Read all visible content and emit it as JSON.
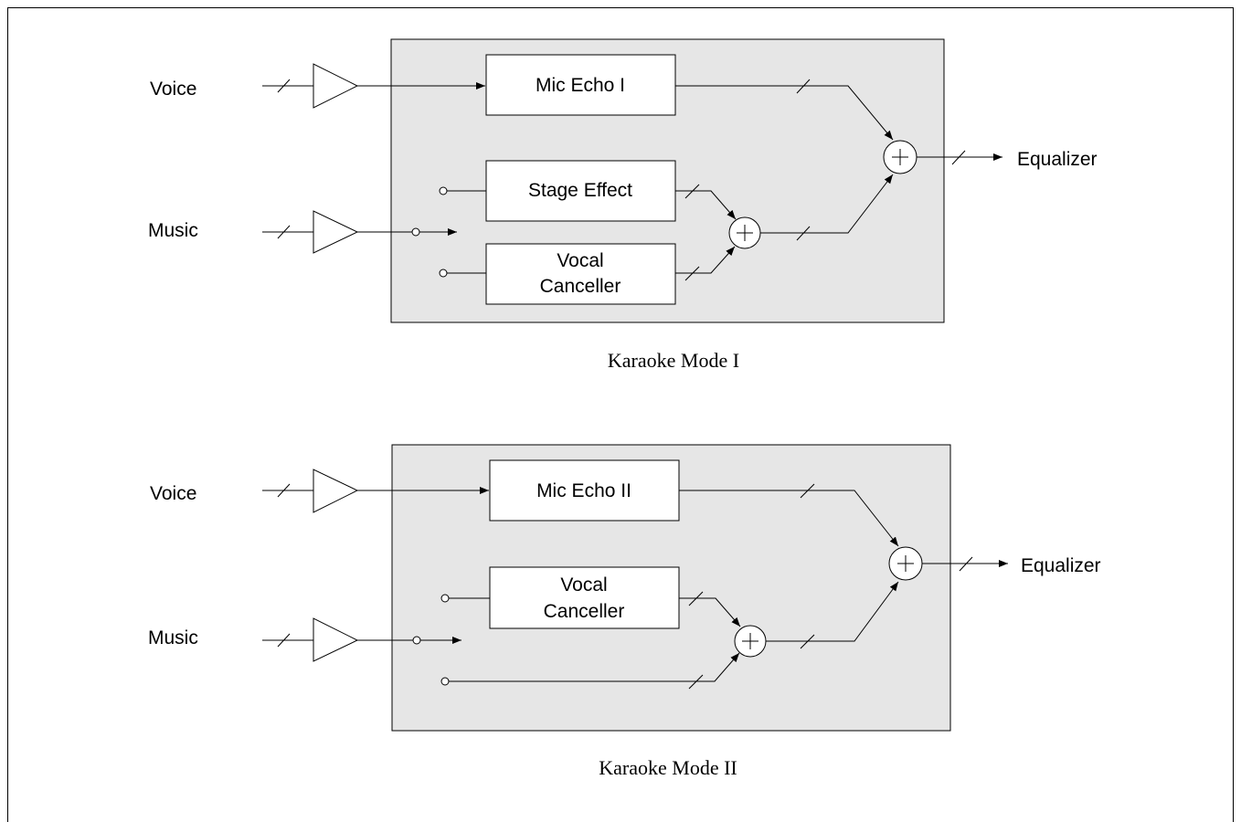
{
  "modes": [
    {
      "caption": "Karaoke Mode I",
      "inputs": {
        "voice": "Voice",
        "music": "Music"
      },
      "output": "Equalizer",
      "blocks": {
        "echo": [
          "Mic Echo I"
        ],
        "upper": [
          "Stage Effect"
        ],
        "lower": [
          "Vocal",
          "Canceller"
        ]
      }
    },
    {
      "caption": "Karaoke Mode II",
      "inputs": {
        "voice": "Voice",
        "music": "Music"
      },
      "output": "Equalizer",
      "blocks": {
        "echo": [
          "Mic Echo II"
        ],
        "upper": [
          "Vocal",
          "Canceller"
        ]
      }
    }
  ],
  "colors": {
    "panel": "#e6e6e6",
    "block": "#ffffff",
    "line": "#000000"
  }
}
